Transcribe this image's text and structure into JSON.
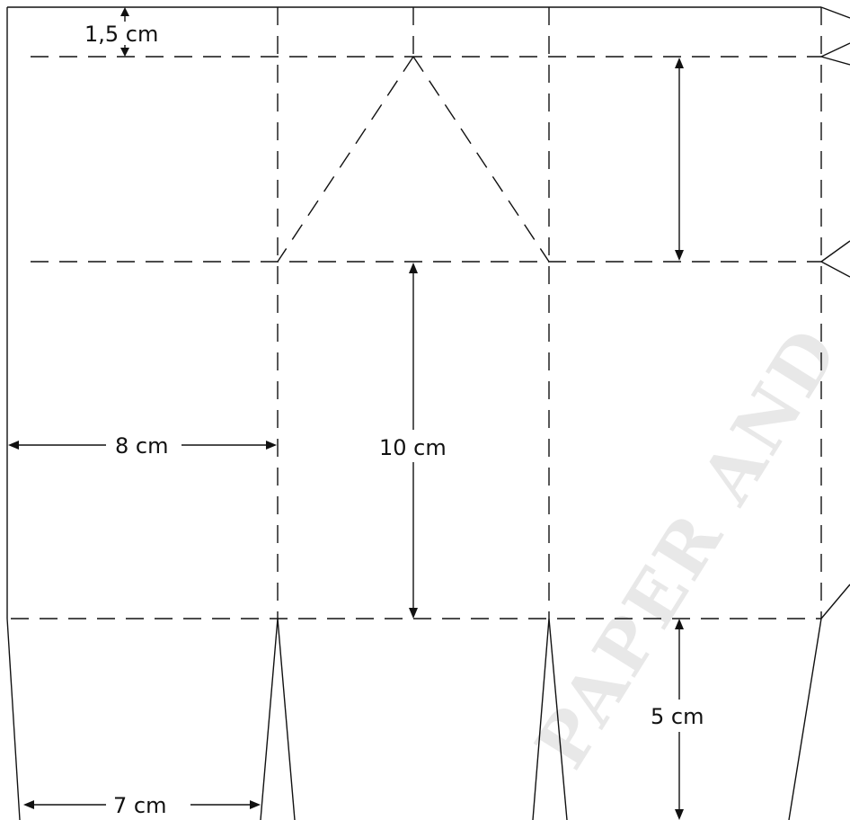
{
  "diagram": {
    "labels": {
      "top_margin": "1,5 cm",
      "panel_width": "8 cm",
      "panel_height": "10 cm",
      "flap_width": "7 cm",
      "flap_height": "5 cm"
    },
    "colors": {
      "line": "#111111",
      "background": "#ffffff",
      "watermark": "#d6d6d6"
    },
    "watermark_text": "PAPER AND"
  }
}
